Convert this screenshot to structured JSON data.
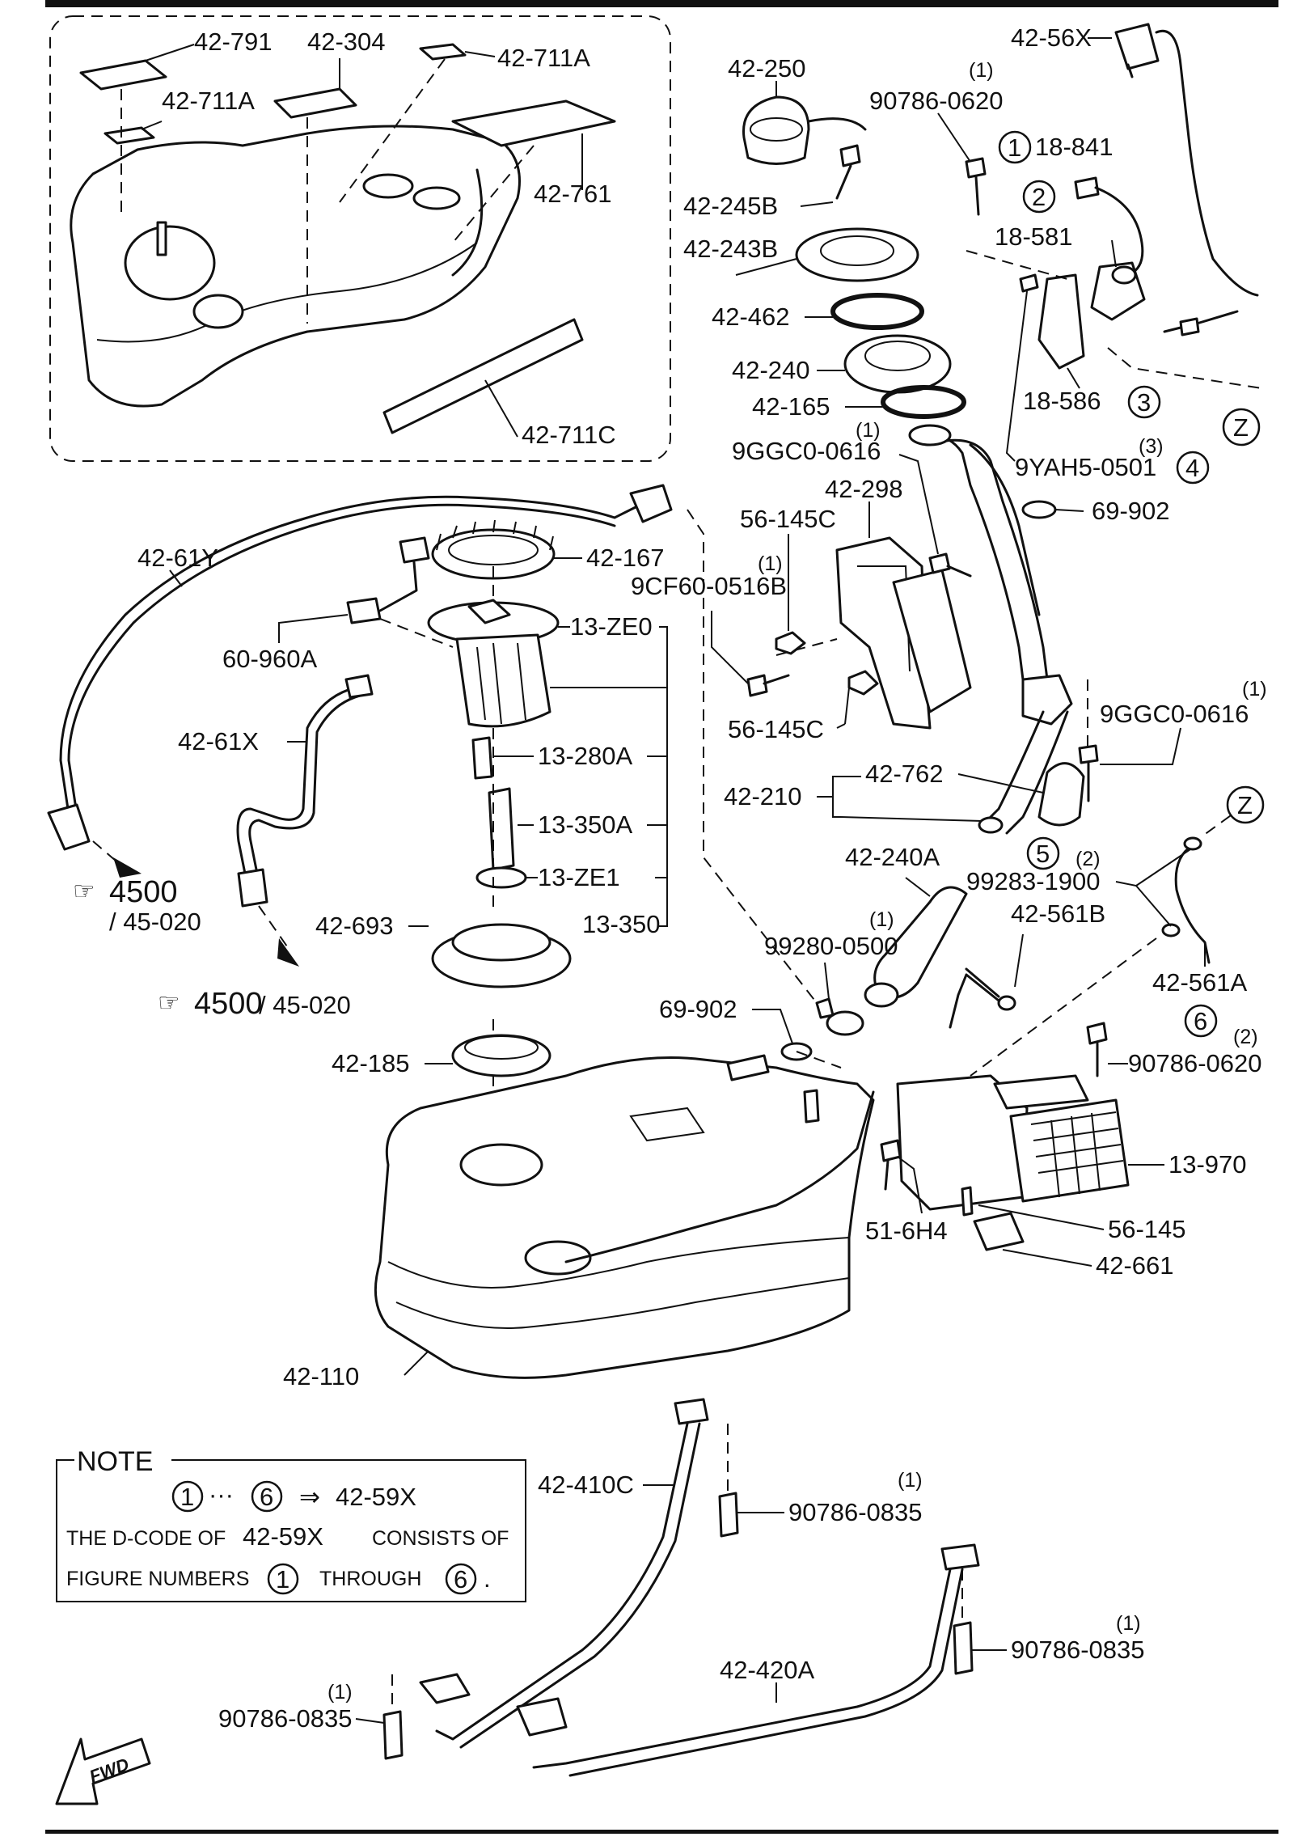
{
  "labels": {
    "l42_791": "42-791",
    "l42_304": "42-304",
    "l42_711A_top": "42-711A",
    "l42_711A_left": "42-711A",
    "l42_761": "42-761",
    "l42_711C": "42-711C",
    "l42_250": "42-250",
    "l90786_0620_top": "90786-0620",
    "l90786_0620_top_q": "(1)",
    "l42_245B": "42-245B",
    "l42_243B": "42-243B",
    "l42_462": "42-462",
    "l42_240": "42-240",
    "l42_165": "42-165",
    "l9GGC0_0616_a": "9GGC0-0616",
    "l9GGC0_0616_a_q": "(1)",
    "l42_298": "42-298",
    "l56_145C_a": "56-145C",
    "l9CF60_0516B": "9CF60-0516B",
    "l9CF60_0516B_q": "(1)",
    "l56_145C_b": "56-145C",
    "l42_56X": "42-56X",
    "l18_841": "18-841",
    "l18_581": "18-581",
    "l18_586": "18-586",
    "l9YAH5_0501": "9YAH5-0501",
    "l9YAH5_0501_q": "(3)",
    "l69_902_a": "69-902",
    "l9GGC0_0616_b": "9GGC0-0616",
    "l9GGC0_0616_b_q": "(1)",
    "l42_762": "42-762",
    "l42_210": "42-210",
    "l42_240A": "42-240A",
    "l99283_1900": "99283-1900",
    "l99283_1900_q": "(2)",
    "l42_561B": "42-561B",
    "l42_561A": "42-561A",
    "l99280_0500": "99280-0500",
    "l99280_0500_q": "(1)",
    "l69_902_b": "69-902",
    "l90786_0620_mid": "90786-0620",
    "l90786_0620_mid_q": "(2)",
    "l13_970": "13-970",
    "l51_6H4": "51-6H4",
    "l56_145": "56-145",
    "l42_661": "42-661",
    "l42_61Y": "42-61Y",
    "l42_167": "42-167",
    "l60_960A": "60-960A",
    "l13_ZE0": "13-ZE0",
    "l42_61X": "42-61X",
    "l13_280A": "13-280A",
    "l13_350A": "13-350A",
    "l13_ZE1": "13-ZE1",
    "l13_350": "13-350",
    "l42_693": "42-693",
    "l42_185": "42-185",
    "l42_110": "42-110",
    "ref1": "4500",
    "ref1_sub": "/ 45-020",
    "ref2": "4500",
    "ref2_sub": "/ 45-020",
    "l42_410C": "42-410C",
    "l90786_0835_a": "90786-0835",
    "l90786_0835_a_q": "(1)",
    "l42_420A": "42-420A",
    "l90786_0835_b": "90786-0835",
    "l90786_0835_b_q": "(1)",
    "l90786_0835_c": "90786-0835",
    "l90786_0835_c_q": "(1)"
  },
  "markers": {
    "m1": "1",
    "m2": "2",
    "m3": "3",
    "m4": "4",
    "m5": "5",
    "m6": "6",
    "mZ1": "Z",
    "mZ2": "Z"
  },
  "note": {
    "title": "NOTE",
    "row1_from": "1",
    "row1_dots": "···",
    "row1_to": "6",
    "row1_arrow": "⇒",
    "row1_target": "42-59X",
    "line2_a": "THE D-CODE OF",
    "line2_code": "42-59X",
    "line2_b": "CONSISTS OF",
    "line3_a": "FIGURE NUMBERS",
    "line3_from": "1",
    "line3_mid": "THROUGH",
    "line3_to": "6",
    "line3_end": "."
  },
  "fwd": "FWD",
  "colors": {
    "ink": "#111111",
    "paper": "#ffffff"
  }
}
